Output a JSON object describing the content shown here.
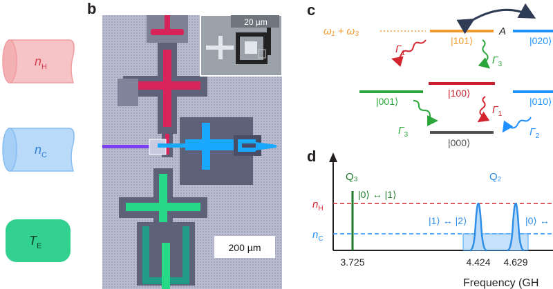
{
  "panel_a": {
    "reservoirs": [
      {
        "symbol": "n",
        "subscript": "H",
        "color": "#f19b9f",
        "fill": "#f6c4c6",
        "text_color": "#d94150"
      },
      {
        "symbol": "n",
        "subscript": "C",
        "color": "#86bdf2",
        "fill": "#b9daf9",
        "text_color": "#2e7fd3"
      },
      {
        "symbol": "T",
        "subscript": "E",
        "color": "#33c88a",
        "fill": "#33d18f",
        "text_color": "#0e3d2a"
      }
    ]
  },
  "panel_b": {
    "letter": "b",
    "inset_scale": "20 µm",
    "main_scale": "200 µm",
    "colors": {
      "red": "#d6245a",
      "blue": "#1aa8ff",
      "green": "#26d988",
      "teal": "#1f9b88",
      "purple": "#7a3ff0",
      "pad": "#6b6f86",
      "substrate": "#c3c5d6"
    }
  },
  "panel_c": {
    "letter": "c",
    "energy_label": "ω₁ + ω₃",
    "point_label": "A",
    "levels": [
      {
        "label": "|101⟩",
        "color": "#f39a2c"
      },
      {
        "label": "|020⟩",
        "color": "#1e90ff"
      },
      {
        "label": "|001⟩",
        "color": "#2aa63a"
      },
      {
        "label": "|100⟩",
        "color": "#c8202f"
      },
      {
        "label": "|010⟩",
        "color": "#1e90ff"
      },
      {
        "label": "|000⟩",
        "color": "#505050"
      }
    ],
    "rates": [
      {
        "symbol": "Γ",
        "subscript": "1",
        "color": "#d4252f"
      },
      {
        "symbol": "Γ",
        "subscript": "3",
        "color": "#2aa63a"
      },
      {
        "symbol": "Γ",
        "subscript": "1",
        "color": "#d4252f"
      },
      {
        "symbol": "Γ",
        "subscript": "3",
        "color": "#2aa63a"
      },
      {
        "symbol": "Γ",
        "subscript": "2",
        "color": "#1e90ff"
      }
    ]
  },
  "panel_d": {
    "letter": "d",
    "q3_label": "Q₃",
    "q3_transition": "|0⟩ ↔ |1⟩",
    "q2_label": "Q₂",
    "q2_transition_left": "|1⟩ ↔ |2⟩",
    "q2_transition_right": "|0⟩ ↔",
    "nh_label": {
      "symbol": "n",
      "subscript": "H"
    },
    "nc_label": {
      "symbol": "n",
      "subscript": "C"
    },
    "ticks": [
      "3.725",
      "4.424",
      "4.629"
    ],
    "xlabel": "Frequency (GH",
    "colors": {
      "nh": "#d4252f",
      "nc": "#1e90ff",
      "q3": "#1f7a2b",
      "q2": "#2e8ee8"
    }
  }
}
